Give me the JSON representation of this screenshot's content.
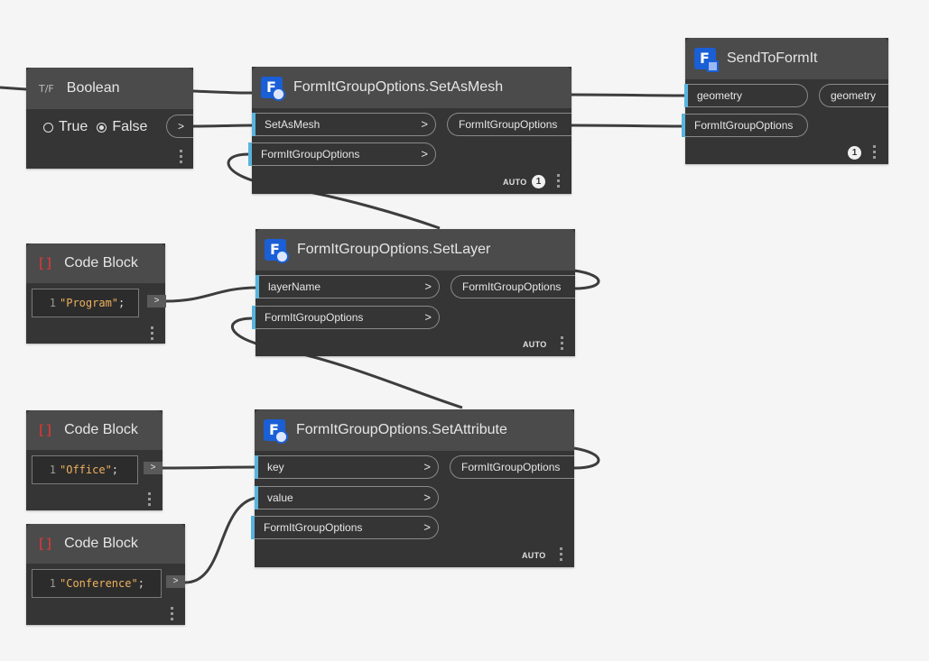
{
  "boolean_node": {
    "title": "Boolean",
    "icon": "true-false-icon",
    "icon_text": "T/F",
    "option_true": "True",
    "option_false": "False",
    "selected": "False",
    "output_label": ">"
  },
  "code_block_1": {
    "title": "Code Block",
    "line_number": "1",
    "string_value": "\"Program\"",
    "terminator": ";",
    "output_label": ">"
  },
  "code_block_2": {
    "title": "Code Block",
    "line_number": "1",
    "string_value": "\"Office\"",
    "terminator": ";",
    "output_label": ">"
  },
  "code_block_3": {
    "title": "Code Block",
    "line_number": "1",
    "string_value": "\"Conference\"",
    "terminator": ";",
    "output_label": ">"
  },
  "code_block_icon_text": "[]",
  "set_as_mesh_node": {
    "title": "FormItGroupOptions.SetAsMesh",
    "inputs": [
      "SetAsMesh",
      "FormItGroupOptions"
    ],
    "output": "FormItGroupOptions",
    "lacing": "AUTO",
    "badge_count": "1"
  },
  "set_layer_node": {
    "title": "FormItGroupOptions.SetLayer",
    "inputs": [
      "layerName",
      "FormItGroupOptions"
    ],
    "output": "FormItGroupOptions",
    "lacing": "AUTO"
  },
  "set_attribute_node": {
    "title": "FormItGroupOptions.SetAttribute",
    "inputs": [
      "key",
      "value",
      "FormItGroupOptions"
    ],
    "output": "FormItGroupOptions",
    "lacing": "AUTO"
  },
  "send_to_formit_node": {
    "title": "SendToFormIt",
    "inputs": [
      "geometry",
      "FormItGroupOptions"
    ],
    "output": "geometry",
    "badge_count": "1"
  },
  "port_chevron": ">",
  "icon_letter": "F",
  "colors": {
    "canvas": "#f5f5f5",
    "node_body": "#353535",
    "node_header": "#4b4b4b",
    "port_marker": "#58b4dc",
    "string_literal": "#f0b15c",
    "node_icon": "#1a5fd6",
    "wire": "#3d3d3d"
  }
}
